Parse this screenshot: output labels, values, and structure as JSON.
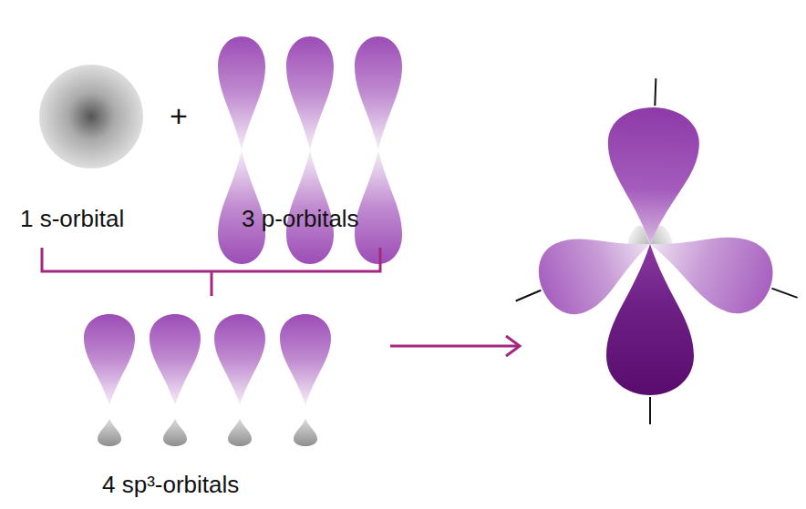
{
  "diagram": {
    "labels": [
      "1 s-orbital",
      "+",
      "3 p-orbitals",
      "4 sp³-orbitals"
    ]
  }
}
